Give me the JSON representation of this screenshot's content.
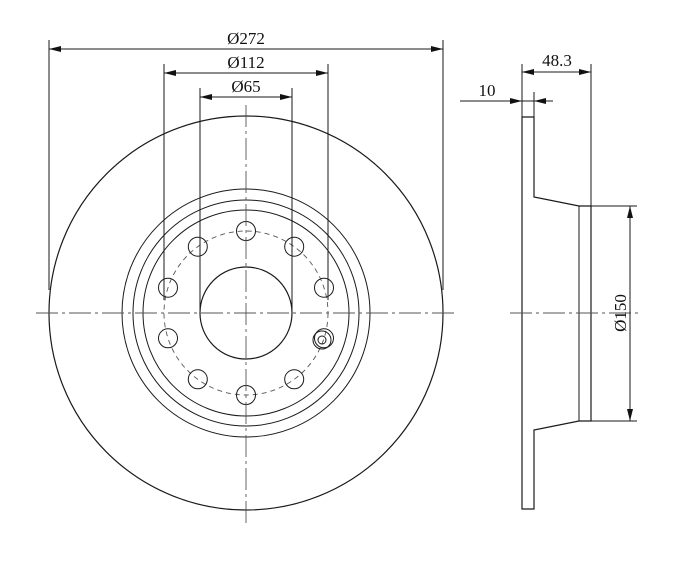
{
  "drawing": {
    "type": "technical drawing",
    "part": "brake disc"
  },
  "dimensions": {
    "outer_diameter": "Ø272",
    "bolt_circle_diameter": "Ø112",
    "center_bore_diameter": "Ø65",
    "thickness": "10",
    "overall_height": "48.3",
    "hat_diameter": "Ø150"
  },
  "bolt_holes": {
    "count": 10
  }
}
